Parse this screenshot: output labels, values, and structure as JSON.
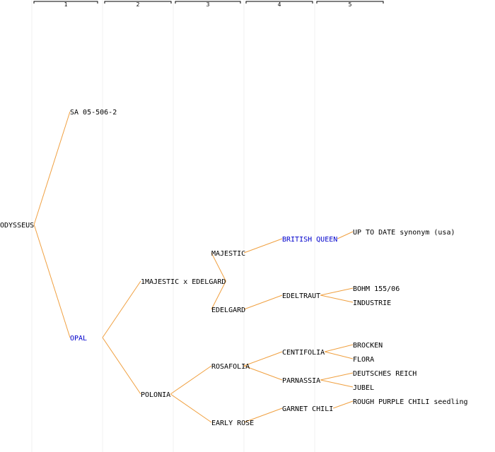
{
  "colors": {
    "edge": "#f0a040",
    "text": "#000000",
    "link": "#0000cc",
    "rule": "#f0f0f0",
    "background": "#ffffff"
  },
  "generations": [
    "1",
    "2",
    "3",
    "4",
    "5"
  ],
  "nodes": [
    {
      "id": "odysseus",
      "label": "ODYSSEUS",
      "gen": 0,
      "row": 0,
      "link": false
    },
    {
      "id": "sa-05-506-2",
      "label": "SA 05-506-2",
      "gen": 1,
      "row": -8,
      "link": false,
      "parent": "odysseus"
    },
    {
      "id": "opal",
      "label": "OPAL",
      "gen": 1,
      "row": 8,
      "link": true,
      "parent": "odysseus"
    },
    {
      "id": "1majestic-x-edelgard",
      "label": "1MAJESTIC x EDELGARD",
      "gen": 2,
      "row": 4,
      "link": false,
      "parent": "opal"
    },
    {
      "id": "polonia",
      "label": "POLONIA",
      "gen": 2,
      "row": 12,
      "link": false,
      "parent": "opal"
    },
    {
      "id": "majestic",
      "label": "MAJESTIC",
      "gen": 3,
      "row": 2,
      "link": false,
      "parent": "1majestic-x-edelgard"
    },
    {
      "id": "edelgard",
      "label": "EDELGARD",
      "gen": 3,
      "row": 6,
      "link": false,
      "parent": "1majestic-x-edelgard"
    },
    {
      "id": "rosafolia",
      "label": "ROSAFOLIA",
      "gen": 3,
      "row": 10,
      "link": false,
      "parent": "polonia"
    },
    {
      "id": "early-rose",
      "label": "EARLY ROSE",
      "gen": 3,
      "row": 14,
      "link": false,
      "parent": "polonia"
    },
    {
      "id": "british-queen",
      "label": "BRITISH QUEEN",
      "gen": 4,
      "row": 1,
      "link": true,
      "parent": "majestic"
    },
    {
      "id": "edeltraut",
      "label": "EDELTRAUT",
      "gen": 4,
      "row": 5,
      "link": false,
      "parent": "edelgard"
    },
    {
      "id": "centifolia",
      "label": "CENTIFOLIA",
      "gen": 4,
      "row": 9,
      "link": false,
      "parent": "rosafolia"
    },
    {
      "id": "parnassia",
      "label": "PARNASSIA",
      "gen": 4,
      "row": 11,
      "link": false,
      "parent": "rosafolia"
    },
    {
      "id": "garnet-chili",
      "label": "GARNET CHILI",
      "gen": 4,
      "row": 13,
      "link": false,
      "parent": "early-rose"
    },
    {
      "id": "up-to-date",
      "label": "UP TO DATE synonym (usa)",
      "gen": 5,
      "row": 0.5,
      "link": false,
      "parent": "british-queen"
    },
    {
      "id": "bohm-155-06",
      "label": "BOHM 155/06",
      "gen": 5,
      "row": 4.5,
      "link": false,
      "parent": "edeltraut"
    },
    {
      "id": "industrie",
      "label": "INDUSTRIE",
      "gen": 5,
      "row": 5.5,
      "link": false,
      "parent": "edeltraut"
    },
    {
      "id": "brocken",
      "label": "BROCKEN",
      "gen": 5,
      "row": 8.5,
      "link": false,
      "parent": "centifolia"
    },
    {
      "id": "flora",
      "label": "FLORA",
      "gen": 5,
      "row": 9.5,
      "link": false,
      "parent": "centifolia"
    },
    {
      "id": "deutsches-reich",
      "label": "DEUTSCHES REICH",
      "gen": 5,
      "row": 10.5,
      "link": false,
      "parent": "parnassia"
    },
    {
      "id": "jubel",
      "label": "JUBEL",
      "gen": 5,
      "row": 11.5,
      "link": false,
      "parent": "parnassia"
    },
    {
      "id": "rough-purple-chili-seedling",
      "label": "ROUGH PURPLE CHILI seedling",
      "gen": 5,
      "row": 12.5,
      "link": false,
      "parent": "garnet-chili"
    }
  ]
}
